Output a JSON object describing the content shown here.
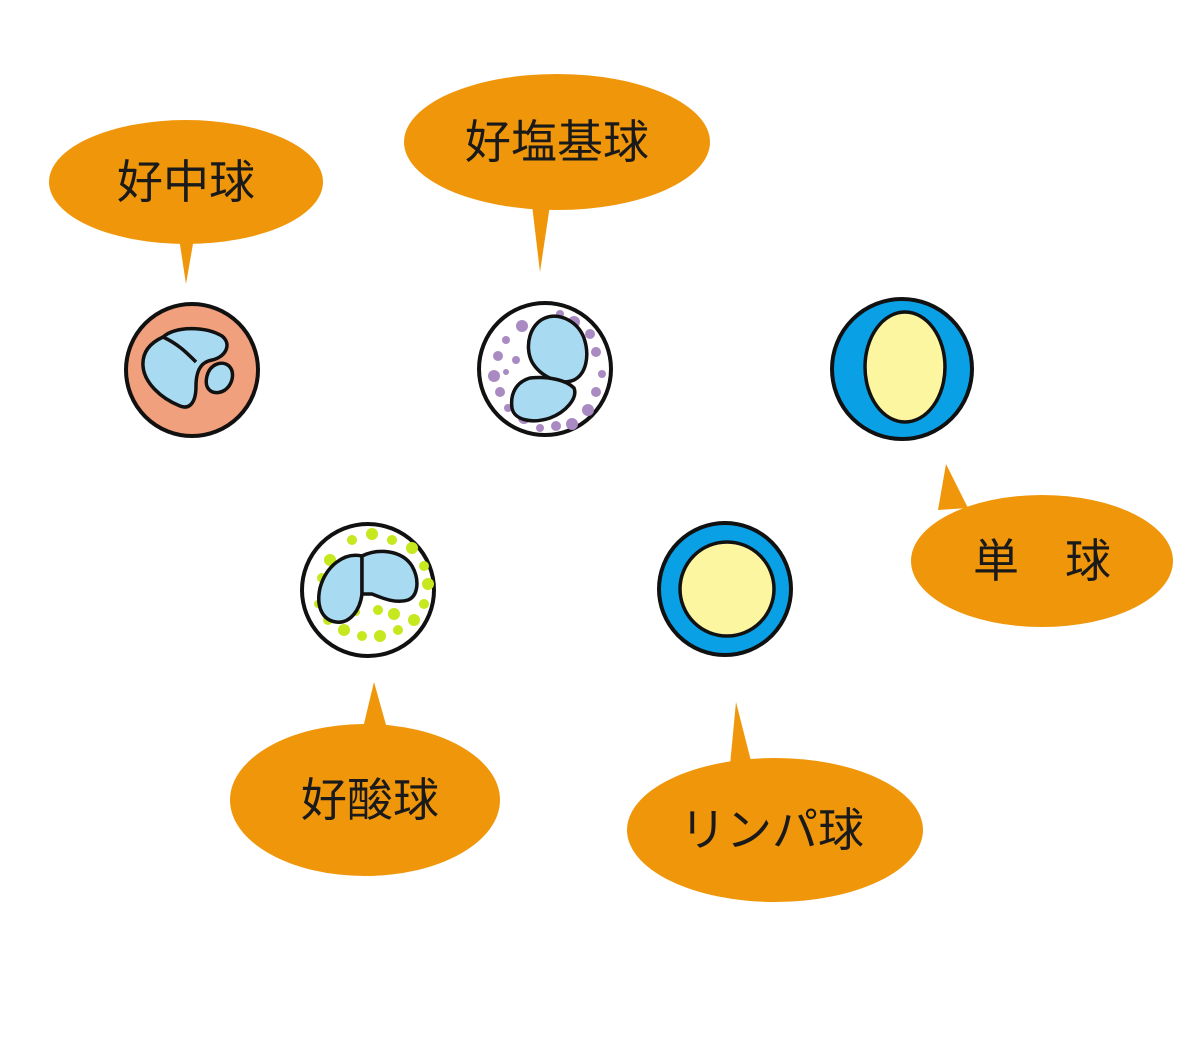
{
  "colors": {
    "bubble": "#F0960A",
    "outline": "#111111",
    "nucleus": "#A8DAF2",
    "neutrophil_cytoplasm": "#F0A07C",
    "basophil_granule": "#A98AC2",
    "eosinophil_granule": "#C5E81E",
    "mono_lympho_membrane": "#0AA0E6",
    "mono_lympho_nucleus": "#FDF6A0",
    "background": "#FFFFFF"
  },
  "cells": [
    {
      "id": "neutrophil",
      "label": "好中球",
      "icon": "neutrophil-cell-icon"
    },
    {
      "id": "basophil",
      "label": "好塩基球",
      "icon": "basophil-cell-icon"
    },
    {
      "id": "monocyte",
      "label": "単　球",
      "icon": "monocyte-cell-icon"
    },
    {
      "id": "eosinophil",
      "label": "好酸球",
      "icon": "eosinophil-cell-icon"
    },
    {
      "id": "lymphocyte",
      "label": "リンパ球",
      "icon": "lymphocyte-cell-icon"
    }
  ]
}
